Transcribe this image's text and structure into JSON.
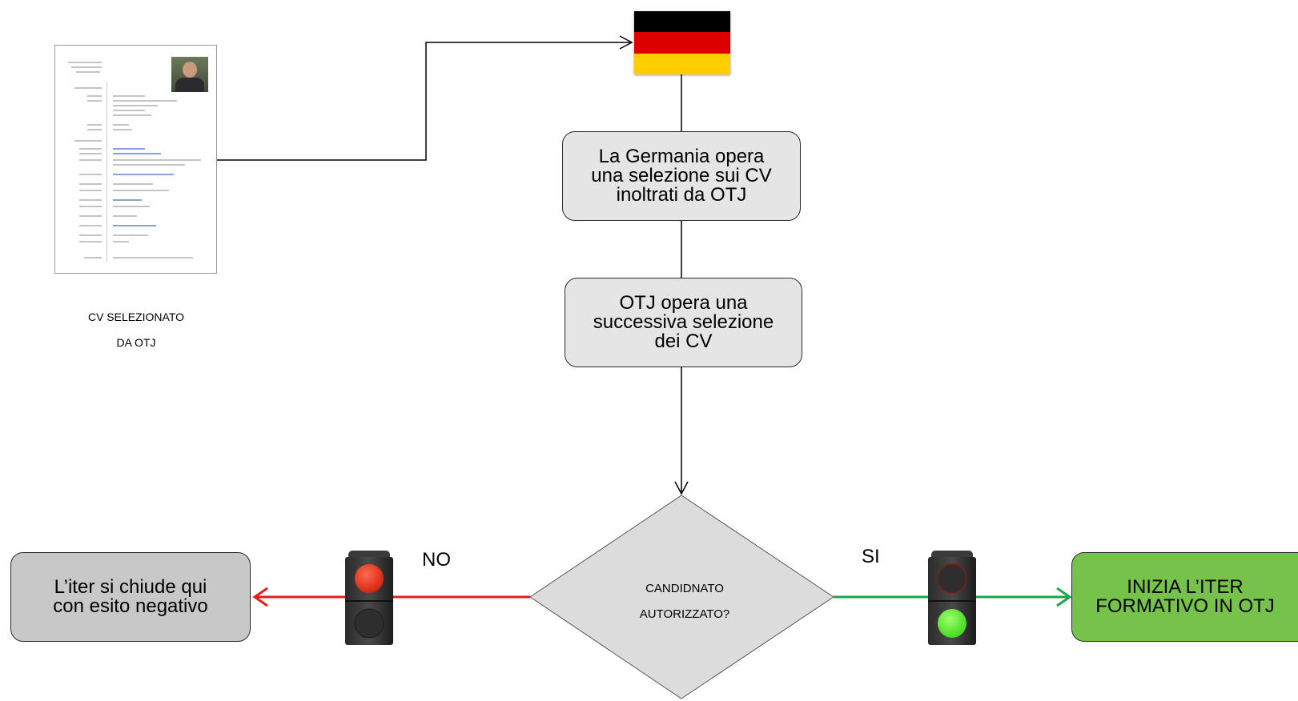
{
  "cv": {
    "caption_line1": "CV SELEZIONATO",
    "caption_line2": "DA OTJ",
    "icon": "cv-document-icon"
  },
  "flag": {
    "icon": "germany-flag-icon",
    "colors": [
      "#000000",
      "#dd0000",
      "#ffce00"
    ]
  },
  "steps": {
    "germany_selection": "La Germania opera\nuna selezione sui CV\ninoltrati da OTJ",
    "otj_selection": "OTJ opera una\nsuccessiva selezione\ndei CV"
  },
  "decision": {
    "line1": "CANDIDNATO",
    "line2": "AUTORIZZATO?"
  },
  "branches": {
    "no": {
      "label": "NO",
      "outcome": "L’iter si chiude qui\ncon esito negativo",
      "color": "#e0201a",
      "icon": "traffic-light-red-icon"
    },
    "yes": {
      "label": "SI",
      "outcome": "INIZIA L’ITER\nFORMATIVO IN OTJ",
      "color": "#1aa64a",
      "icon": "traffic-light-green-icon"
    }
  }
}
